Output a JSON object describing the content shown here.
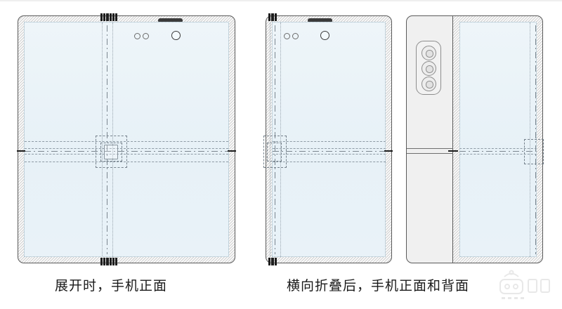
{
  "page": {
    "title": "可折叠手机专利示意图",
    "background_color": "#ffffff"
  },
  "captions": [
    {
      "id": "caption-unfolded",
      "text": "展开时，手机正面"
    },
    {
      "id": "caption-folded",
      "text": "横向折叠后，手机正面和背面"
    }
  ],
  "figures": [
    {
      "id": "figure-unfolded-front",
      "label": "展开时，手机正面",
      "view": "front",
      "state": "unfolded",
      "components": [
        {
          "name": "top-speaker-grille",
          "slots": 6
        },
        {
          "name": "bottom-speaker-grille",
          "slots": 6
        },
        {
          "name": "top-notch-pill"
        },
        {
          "name": "front-camera"
        },
        {
          "name": "proximity-sensor-left"
        },
        {
          "name": "proximity-sensor-right"
        },
        {
          "name": "horizontal-fold-band"
        },
        {
          "name": "vertical-hinge-guide"
        },
        {
          "name": "center-hinge-module"
        },
        {
          "name": "fold-tick-left"
        },
        {
          "name": "fold-tick-right"
        }
      ]
    },
    {
      "id": "figure-folded-front",
      "label": "横向折叠后，手机正面",
      "view": "front",
      "state": "folded",
      "components": [
        {
          "name": "top-speaker-grille",
          "slots": 3
        },
        {
          "name": "bottom-speaker-grille",
          "slots": 3
        },
        {
          "name": "top-notch-pill"
        },
        {
          "name": "front-camera"
        },
        {
          "name": "proximity-sensor-left"
        },
        {
          "name": "proximity-sensor-right"
        },
        {
          "name": "horizontal-fold-band"
        },
        {
          "name": "vertical-hinge-guide"
        },
        {
          "name": "fold-tick-right"
        }
      ]
    },
    {
      "id": "figure-folded-back",
      "label": "横向折叠后，手机背面",
      "view": "back",
      "state": "folded",
      "components": [
        {
          "name": "rear-camera-module",
          "lens_count": 3
        },
        {
          "name": "back-cover-seam"
        },
        {
          "name": "horizontal-fold-band"
        },
        {
          "name": "fold-tick-left"
        }
      ]
    }
  ],
  "colors": {
    "outline": "#5a5a5a",
    "screen_fill": "#e9f2f8",
    "bezel_hatch_light": "#ffffff",
    "bezel_hatch_dark": "#d7d7d7",
    "guide_line": "#8d9aa4",
    "accent_dark": "#1c1c1c",
    "caption_text": "#1a1a1a",
    "back_cover": "#f0f0f0"
  },
  "watermark": {
    "present": true,
    "opacity": "0.22"
  }
}
